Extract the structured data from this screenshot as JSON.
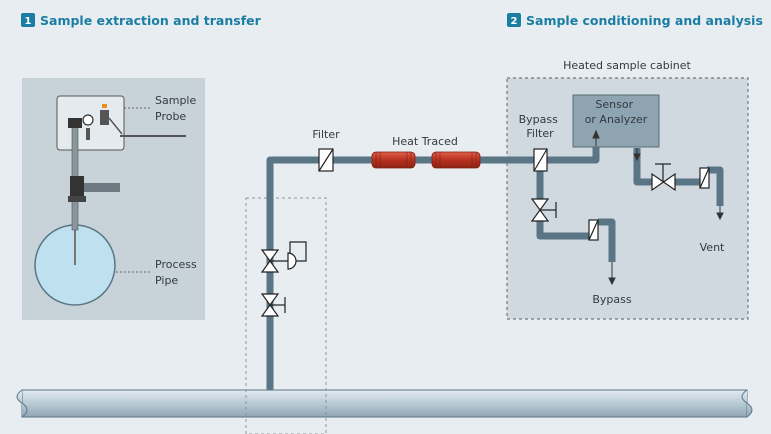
{
  "sections": [
    {
      "number": "1",
      "title": "Sample extraction and transfer"
    },
    {
      "number": "2",
      "title": "Sample conditioning and analysis"
    }
  ],
  "labels": {
    "cabinet": "Heated sample cabinet",
    "sample_probe": [
      "Sample",
      "Probe"
    ],
    "process_pipe": [
      "Process",
      "Pipe"
    ],
    "filter": "Filter",
    "heat_traced": "Heat Traced",
    "bypass_filter": [
      "Bypass",
      "Filter"
    ],
    "sensor": [
      "Sensor",
      "or Analyzer"
    ],
    "vent": "Vent",
    "bypass": "Bypass"
  },
  "colors": {
    "header_accent": "#1b7da3",
    "pipe": "#5a7585",
    "heat_traced_tube": "#c0392b",
    "cabinet_fill": "#cfd9df",
    "process_pipe_fill": "#bfe0ee"
  }
}
